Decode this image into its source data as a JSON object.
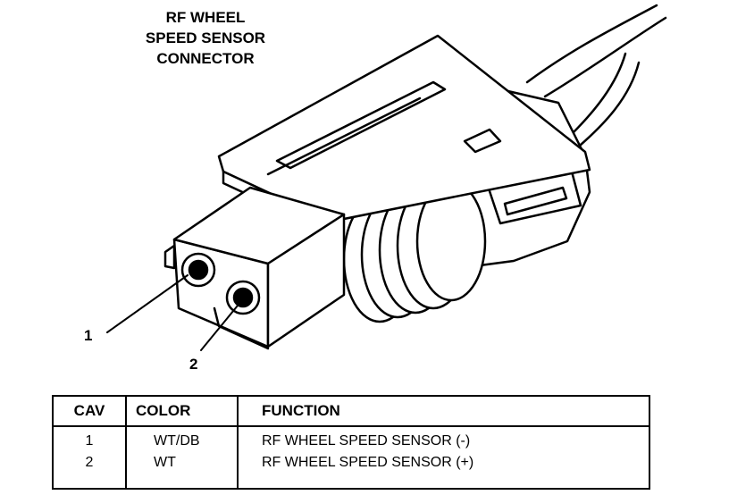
{
  "diagram": {
    "title_lines": [
      "RF WHEEL",
      "SPEED SENSOR",
      "CONNECTOR"
    ],
    "callouts": [
      "1",
      "2"
    ]
  },
  "table": {
    "headers": [
      "CAV",
      "COLOR",
      "FUNCTION"
    ],
    "rows": [
      {
        "cav": "1",
        "color": "WT/DB",
        "function": "RF WHEEL SPEED SENSOR (-)"
      },
      {
        "cav": "2",
        "color": "WT",
        "function": "RF WHEEL SPEED SENSOR (+)"
      }
    ]
  }
}
